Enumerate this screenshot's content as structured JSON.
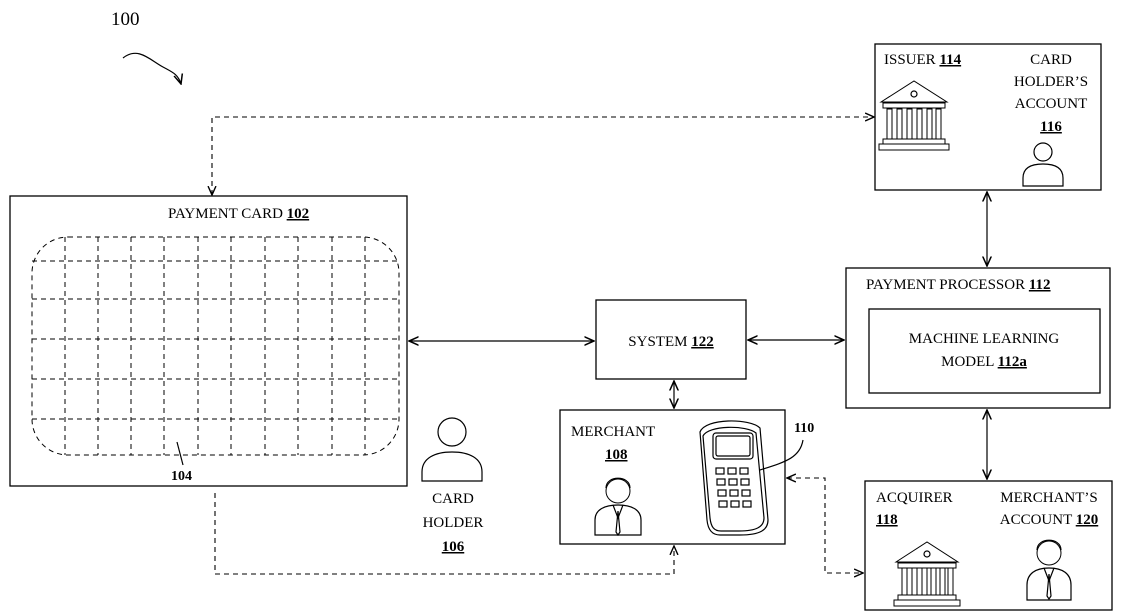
{
  "figure_ref": "100",
  "payment_card": {
    "label": "PAYMENT CARD ",
    "ref": "102",
    "grid_ref": "104"
  },
  "card_holder": {
    "line1": "CARD",
    "line2": "HOLDER",
    "ref": "106"
  },
  "system": {
    "label": "SYSTEM ",
    "ref": "122"
  },
  "merchant": {
    "label": "MERCHANT",
    "ref": "108",
    "terminal_ref": "110"
  },
  "issuer": {
    "label": "ISSUER ",
    "ref": "114"
  },
  "cardholder_account": {
    "line1": "CARD",
    "line2": "HOLDER’S",
    "line3": "ACCOUNT",
    "ref": "116"
  },
  "payment_processor": {
    "label": "PAYMENT PROCESSOR ",
    "ref": "112"
  },
  "ml_model": {
    "line1": "MACHINE LEARNING",
    "line2": "MODEL ",
    "ref": "112a"
  },
  "acquirer": {
    "label": "ACQUIRER",
    "ref": "118"
  },
  "merchant_account": {
    "line1": "MERCHANT’S",
    "line2": "ACCOUNT ",
    "ref": "120"
  },
  "icons": [
    "bank-icon",
    "person-icon",
    "businessman-icon",
    "pos-terminal-icon"
  ]
}
